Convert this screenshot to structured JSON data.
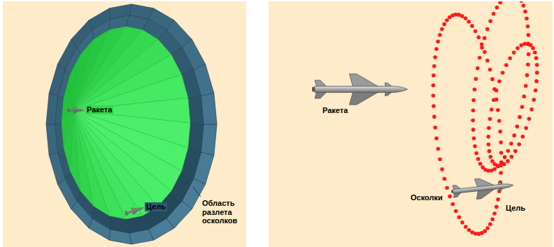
{
  "diagram": {
    "labels": [
      "Ракета",
      "Цель",
      "Область разлета осколков",
      "Ракета",
      "Осколки",
      "Цель"
    ]
  }
}
